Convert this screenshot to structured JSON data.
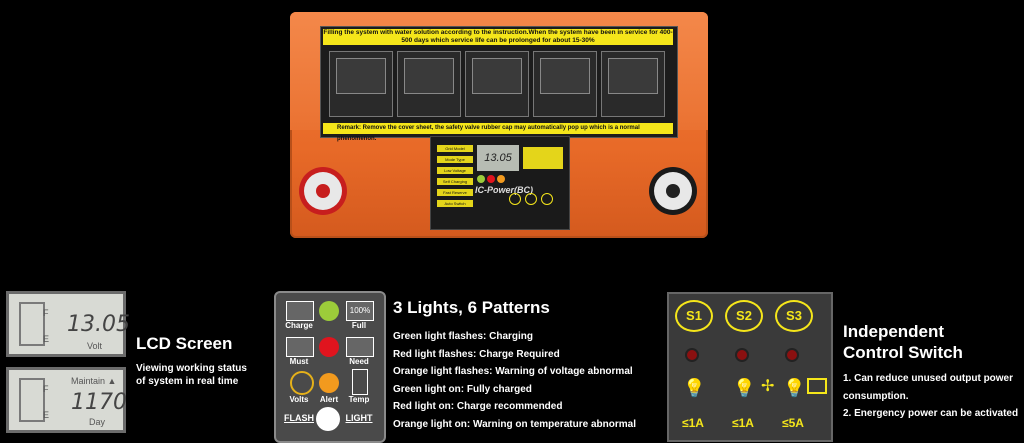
{
  "battery": {
    "sticker_header": "Filling the system with water solution according to the instruction.When the system have been in service for 400-500 days which service life can be prolonged for about 15-30%",
    "sticker_remark": "Remark: Remove the cover sheet, the safety valve rubber cap may automatically pop up which is a normal phenomenon.",
    "panel_lcd": "13.05",
    "panel_brand": "IC-Power(BC)",
    "panel_buttons": [
      "Grid Model",
      "Mode Type",
      "Low Voltage",
      "Self Charging",
      "Fast Reserve",
      "Auto Switch"
    ]
  },
  "lcd": {
    "volt_value": "13.05",
    "volt_unit": "Volt",
    "day_value": "1170",
    "day_unit": "Day",
    "day_status": "Maintain",
    "full_marker": "F",
    "empty_marker": "E",
    "title": "LCD Screen",
    "description": "Viewing working status of system in real time"
  },
  "lights": {
    "labels": {
      "charge": "Charge",
      "full": "Full",
      "full_box": "100%",
      "must": "Must",
      "need": "Need",
      "volts": "Volts",
      "alert": "Alert",
      "temp": "Temp",
      "flash": "FLASH",
      "light": "LIGHT"
    },
    "colors": {
      "green": "#9ccc3a",
      "red": "#e0141e",
      "orange": "#f29a1e",
      "white": "#ffffff"
    },
    "title": "3 Lights, 6 Patterns",
    "patterns": [
      "Green light flashes: Charging",
      "Red light flashes: Charge Required",
      "Orange light flashes: Warning of voltage abnormal",
      "Green light on: Fully charged",
      "Red light on: Charge recommended",
      "Orange light on: Warning on temperature abnormal"
    ]
  },
  "switch": {
    "keys": [
      "S1",
      "S2",
      "S3"
    ],
    "amps": [
      "≤1A",
      "≤1A",
      "≤5A"
    ],
    "title_line1": "Independent",
    "title_line2": "Control Switch",
    "notes": [
      "1. Can reduce unused output power",
      "consumption.",
      "2. Energency power can be activated"
    ]
  }
}
